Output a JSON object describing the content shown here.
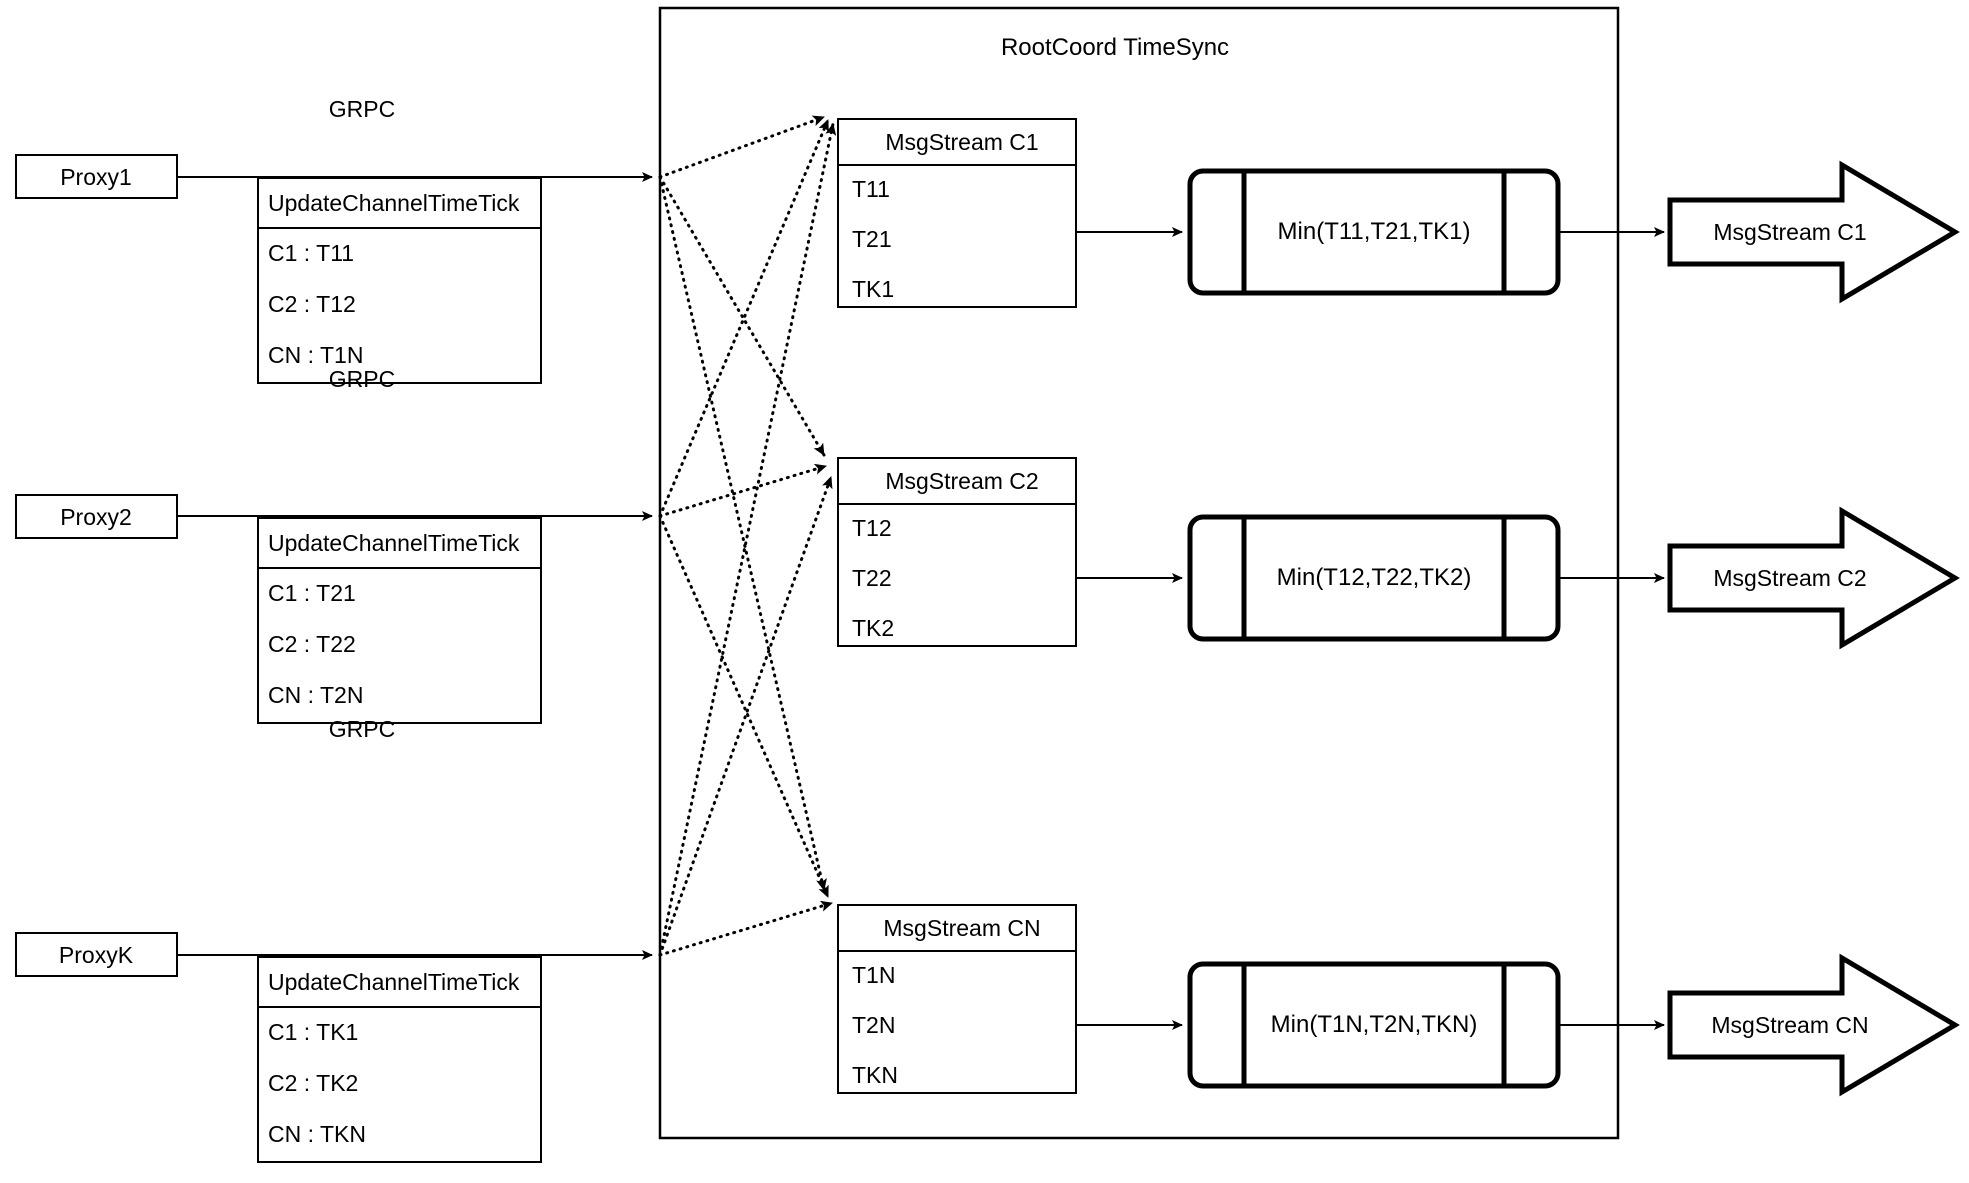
{
  "diagram": {
    "container": {
      "title": "RootCoord TimeSync"
    },
    "proxies": [
      {
        "name": "Proxy1",
        "link_label": "GRPC",
        "request": {
          "header": "UpdateChannelTimeTick",
          "rows": [
            "C1 :  T11",
            "C2 :  T12",
            "CN : T1N"
          ]
        }
      },
      {
        "name": "Proxy2",
        "link_label": "GRPC",
        "request": {
          "header": "UpdateChannelTimeTick",
          "rows": [
            "C1 :  T21",
            "C2 :  T22",
            "CN : T2N"
          ]
        }
      },
      {
        "name": "ProxyK",
        "link_label": "GRPC",
        "request": {
          "header": "UpdateChannelTimeTick",
          "rows": [
            "C1 :  TK1",
            "C2 :  TK2",
            "CN : TKN"
          ]
        }
      }
    ],
    "channels": [
      {
        "msgstream": {
          "header": "MsgStream C1",
          "rows": [
            "T11",
            "T21",
            "TK1"
          ]
        },
        "process": "Min(T11,T21,TK1)",
        "output": "MsgStream C1"
      },
      {
        "msgstream": {
          "header": "MsgStream C2",
          "rows": [
            "T12",
            "T22",
            "TK2"
          ]
        },
        "process": "Min(T12,T22,TK2)",
        "output": "MsgStream C2"
      },
      {
        "msgstream": {
          "header": "MsgStream CN",
          "rows": [
            "T1N",
            "T2N",
            "TKN"
          ]
        },
        "process": "Min(T1N,T2N,TKN)",
        "output": "MsgStream CN"
      }
    ],
    "colors": {
      "stroke": "#000000",
      "background": "#ffffff"
    }
  }
}
